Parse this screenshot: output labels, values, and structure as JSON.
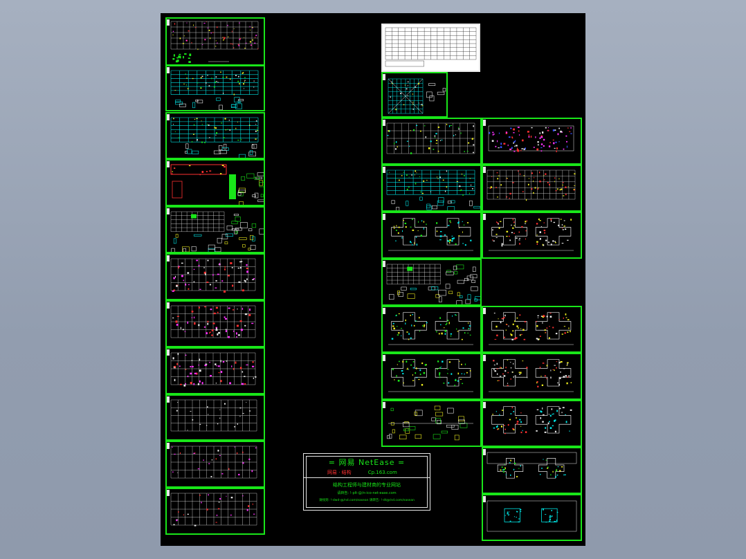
{
  "colors": {
    "background_gradient_top": "#a6b0c0",
    "canvas": "#000000",
    "frame_green": "#19e619",
    "frame_white": "#e8e8e8",
    "line_cyan": "#00e5e5",
    "line_magenta": "#ff33ff",
    "line_red": "#ff3030",
    "line_yellow": "#f0f020",
    "line_white": "#e6e6e6",
    "line_blue": "#3a52ff"
  },
  "title_block": {
    "line1": "=  网易  NetEase  =",
    "line2_red": "网易 · 结构",
    "line2_green": "Cp.163.com",
    "line3": "结构工程师与建材商的专业网站",
    "line4": "请转告: !-plt-@/n-ico-net-ease.com",
    "line5": "请找到: !-dwd-@/nd.com/easean  请转告: !-dt@/nd.com/easean"
  },
  "drawing_sheets": [
    {
      "id": "L1",
      "style": "rebar-plan",
      "frame": "green"
    },
    {
      "id": "L2",
      "style": "cyan-grid",
      "frame": "green"
    },
    {
      "id": "L3",
      "style": "cyan-grid",
      "frame": "green"
    },
    {
      "id": "L4",
      "style": "details-red",
      "frame": "green"
    },
    {
      "id": "L5",
      "style": "details-white",
      "frame": "green"
    },
    {
      "id": "L6",
      "style": "magenta-columns",
      "frame": "green"
    },
    {
      "id": "L7",
      "style": "magenta-columns",
      "frame": "green"
    },
    {
      "id": "L8",
      "style": "magenta-columns",
      "frame": "green"
    },
    {
      "id": "L9",
      "style": "white-plan",
      "frame": "green"
    },
    {
      "id": "L10",
      "style": "white-plan-red",
      "frame": "green"
    },
    {
      "id": "L11",
      "style": "white-plan-red",
      "frame": "green"
    },
    {
      "id": "R0",
      "style": "table",
      "frame": "white"
    },
    {
      "id": "R1",
      "style": "pile-plan",
      "frame": "green"
    },
    {
      "id": "R2a",
      "style": "yellow-plan",
      "frame": "green"
    },
    {
      "id": "R2b",
      "style": "blue-magenta-plan",
      "frame": "green"
    },
    {
      "id": "R3a",
      "style": "cyan-grid",
      "frame": "green"
    },
    {
      "id": "R3b",
      "style": "red-plan",
      "frame": "green"
    },
    {
      "id": "R4a",
      "style": "yellow-twin",
      "frame": "green"
    },
    {
      "id": "R4b",
      "style": "red-twin",
      "frame": "green"
    },
    {
      "id": "R5",
      "style": "details-white",
      "frame": "green"
    },
    {
      "id": "R6a",
      "style": "yellow-twin",
      "frame": "green"
    },
    {
      "id": "R6b",
      "style": "red-twin",
      "frame": "green"
    },
    {
      "id": "R7a",
      "style": "yellow-twin",
      "frame": "green"
    },
    {
      "id": "R7b",
      "style": "red-twin",
      "frame": "green"
    },
    {
      "id": "R8a",
      "style": "section-details",
      "frame": "green"
    },
    {
      "id": "R8b",
      "style": "mixed-twin",
      "frame": "green"
    },
    {
      "id": "R9",
      "style": "yellow-twin-small",
      "frame": "green"
    },
    {
      "id": "R10",
      "style": "cyan-twin-small",
      "frame": "green"
    }
  ]
}
